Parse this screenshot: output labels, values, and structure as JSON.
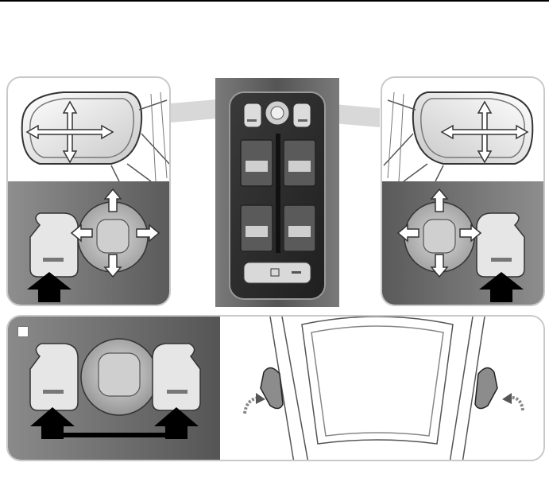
{
  "figure": {
    "colors": {
      "panel_border": "#c9c9c9",
      "photo_dark": "#3f3f3f",
      "photo_light": "#8e8e8e",
      "arrow_black": "#000000",
      "arrow_white": "#ffffff",
      "line_art": "#555555"
    },
    "icons": {
      "mirror_adjust_arrows": "four-way-arrow",
      "press_indicator": "black-up-arrow",
      "fold_indicator": "curved-arrow"
    }
  }
}
